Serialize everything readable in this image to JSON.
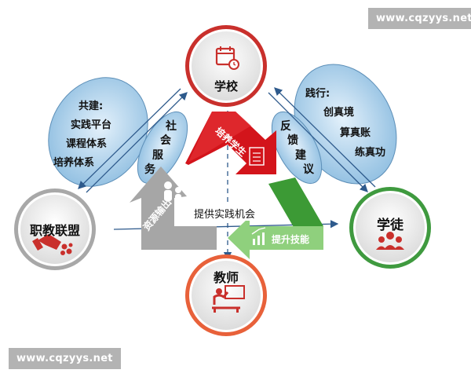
{
  "watermark_top": "www.cqzyys.net",
  "watermark_bottom": "www.cqzyys.net",
  "nodes": {
    "school": "学校",
    "alliance": "职教联盟",
    "apprentice": "学徒",
    "teacher": "教师"
  },
  "left_bubble": {
    "title": "共建:",
    "items": [
      "实践平台",
      "课程体系",
      "培养体系"
    ]
  },
  "right_bubble": {
    "title": "践行:",
    "items": [
      "创真境",
      "算真账",
      "练真功"
    ]
  },
  "social_service": [
    "社",
    "会",
    "服",
    "务"
  ],
  "feedback": [
    "反",
    "馈",
    "建",
    "议"
  ],
  "arrows": {
    "train_students": "培养学生",
    "resource_output": "资源输出",
    "improve_skills": "提升技能"
  },
  "center_label": "提供实践机会",
  "colors": {
    "school_ring": "#c9302c",
    "alliance_ring": "#a8a8a8",
    "apprentice_ring": "#3f9a3f",
    "teacher_ring": "#e8613a",
    "red_arrow": "#d3141b",
    "gray_arrow": "#a6a6a6",
    "green_arrow": "#3c9a35",
    "light_green_arrow": "#8fd07d",
    "bubble_blue": "#a9cde8",
    "line_blue": "#2e5a8c"
  }
}
